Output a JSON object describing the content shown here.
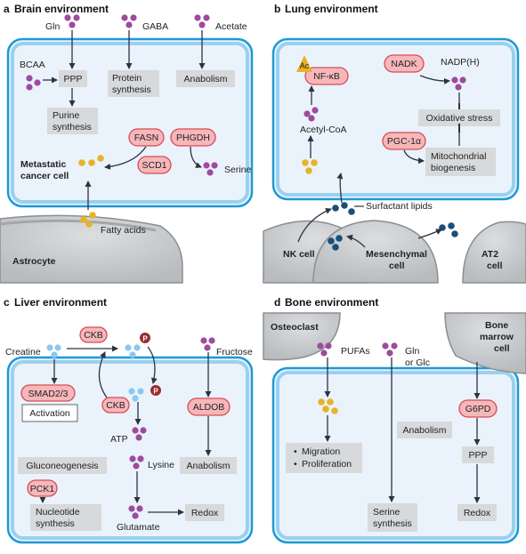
{
  "panels": {
    "a": {
      "letter": "a",
      "title": "Brain environment",
      "inputs": {
        "gln": "Gln",
        "gaba": "GABA",
        "acetate": "Acetate",
        "bcaa": "BCAA"
      },
      "boxes": {
        "ppp": "PPP",
        "protein1": "Protein",
        "protein2": "synthesis",
        "anabolism": "Anabolism",
        "purine1": "Purine",
        "purine2": "synthesis"
      },
      "enzymes": {
        "fasn": "FASN",
        "phgdh": "PHGDH",
        "scd1": "SCD1"
      },
      "labels": {
        "metastatic1": "Metastatic",
        "metastatic2": "cancer cell",
        "serine": "Serine",
        "fatty_acids": "Fatty acids",
        "astrocyte": "Astrocyte"
      }
    },
    "b": {
      "letter": "b",
      "title": "Lung environment",
      "badge": "Ac",
      "nfkb": "NF-κB",
      "nadk": "NADK",
      "nadph": "NADP(H)",
      "oxidative_stress": "Oxidative stress",
      "pgc1a": "PGC-1α",
      "mito1": "Mitochondrial",
      "mito2": "biogenesis",
      "acetyl_coa": "Acetyl-CoA",
      "surfactant": "Surfactant lipids",
      "nk_cell": "NK cell",
      "mesenchymal1": "Mesenchymal",
      "mesenchymal2": "cell",
      "at2_1": "AT2",
      "at2_2": "cell"
    },
    "c": {
      "letter": "c",
      "title": "Liver environment",
      "creatine": "Creatine",
      "ckb_top": "CKB",
      "ckb_mid": "CKB",
      "p": "P",
      "fructose": "Fructose",
      "smad": "SMAD2/3",
      "activation": "Activation",
      "aldob": "ALDOB",
      "atp": "ATP",
      "gluconeogenesis": "Gluconeogenesis",
      "lysine": "Lysine",
      "anabolism": "Anabolism",
      "pck1": "PCK1",
      "nucleotide1": "Nucleotide",
      "nucleotide2": "synthesis",
      "glutamate": "Glutamate",
      "redox": "Redox"
    },
    "d": {
      "letter": "d",
      "title": "Bone environment",
      "osteoclast": "Osteoclast",
      "pufas": "PUFAs",
      "gln": "Gln",
      "glc": "or Glc",
      "bm1": "Bone",
      "bm2": "marrow",
      "bm3": "cell",
      "anabolism": "Anabolism",
      "migration": "Migration",
      "proliferation": "Proliferation",
      "bullet": "•",
      "g6pd": "G6PD",
      "ppp": "PPP",
      "serine1": "Serine",
      "serine2": "synthesis",
      "redox": "Redox"
    }
  },
  "colors": {
    "membrane": "#1d9ad6",
    "cell_fill": "#eaf3fb",
    "neighbor_cell": "#c9cbce",
    "enzyme_fill": "#f6b7ba",
    "enzyme_stroke": "#d94b55",
    "dot_purple": "#9e4a9e",
    "dot_yellow": "#e7b326",
    "dot_navy": "#1b4f7a",
    "dot_lightblue": "#8cc9ee",
    "phospho": "#9b2d2d",
    "box_fill": "#d7d9db"
  }
}
